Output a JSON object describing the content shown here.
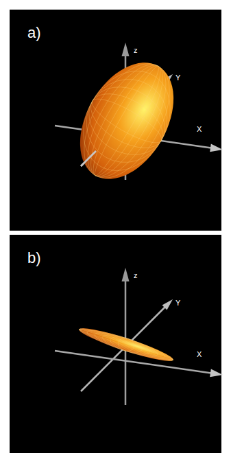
{
  "diagram": {
    "labels": [
      "a)",
      "z",
      "Y",
      "X",
      "b)",
      "z",
      "Y",
      "X"
    ]
  }
}
